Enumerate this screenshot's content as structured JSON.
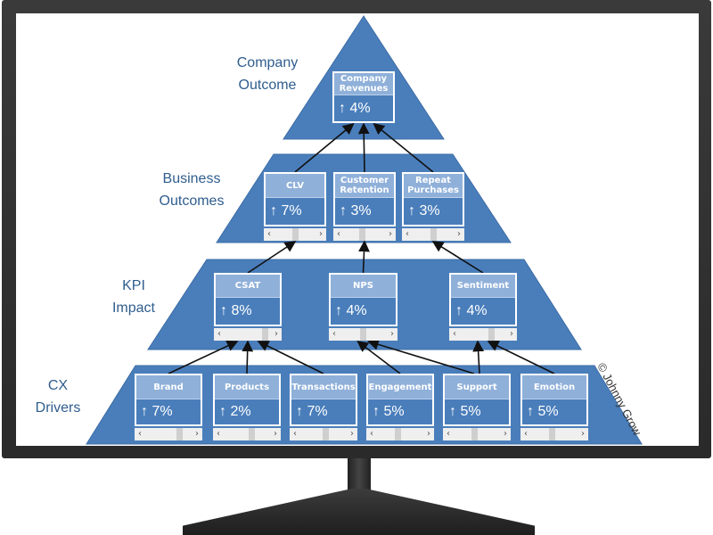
{
  "levels": [
    {
      "label_line1": "Company",
      "label_line2": "Outcome"
    },
    {
      "label_line1": "Business",
      "label_line2": "Outcomes"
    },
    {
      "label_line1": "KPI",
      "label_line2": "Impact"
    },
    {
      "label_line1": "CX",
      "label_line2": "Drivers"
    }
  ],
  "boxes": [
    {
      "title": "Company Revenues",
      "arrow": "↑",
      "value": "4%",
      "slider": null
    },
    {
      "title": "CLV",
      "arrow": "↑",
      "value": "7%",
      "slider": 0.5
    },
    {
      "title": "Customer Retention",
      "arrow": "↑",
      "value": "3%",
      "slider": 0.45
    },
    {
      "title": "Repeat Purchases",
      "arrow": "↑",
      "value": "3%",
      "slider": 0.5
    },
    {
      "title": "CSAT",
      "arrow": "↑",
      "value": "8%",
      "slider": 0.9
    },
    {
      "title": "NPS",
      "arrow": "↑",
      "value": "4%",
      "slider": 0.5
    },
    {
      "title": "Sentiment",
      "arrow": "↑",
      "value": "4%",
      "slider": 0.7
    },
    {
      "title": "Brand",
      "arrow": "↑",
      "value": "7%",
      "slider": 0.75
    },
    {
      "title": "Products",
      "arrow": "↑",
      "value": "2%",
      "slider": 0.62
    },
    {
      "title": "Transactions",
      "arrow": "↑",
      "value": "7%",
      "slider": 0.55
    },
    {
      "title": "Engagement",
      "arrow": "↑",
      "value": "5%",
      "slider": 0.45
    },
    {
      "title": "Support",
      "arrow": "↑",
      "value": "5%",
      "slider": 0.45
    },
    {
      "title": "Emotion",
      "arrow": "↑",
      "value": "5%",
      "slider": 0.45
    }
  ],
  "links": [
    [
      "CLV",
      "Company Revenues"
    ],
    [
      "Customer Retention",
      "Company Revenues"
    ],
    [
      "Repeat Purchases",
      "Company Revenues"
    ],
    [
      "CSAT",
      "CLV"
    ],
    [
      "NPS",
      "Customer Retention"
    ],
    [
      "Sentiment",
      "Repeat Purchases"
    ],
    [
      "Brand",
      "CSAT"
    ],
    [
      "Products",
      "CSAT"
    ],
    [
      "Transactions",
      "CSAT"
    ],
    [
      "Engagement",
      "NPS"
    ],
    [
      "Support",
      "NPS"
    ],
    [
      "Support",
      "Sentiment"
    ],
    [
      "Emotion",
      "Sentiment"
    ]
  ],
  "scroll_left": "‹",
  "scroll_right": "›",
  "watermark": "© Johnny Grow",
  "colors": {
    "pyramid": "#4a7ebb",
    "header": "#8fb0d9",
    "label": "#2f5d8e"
  }
}
